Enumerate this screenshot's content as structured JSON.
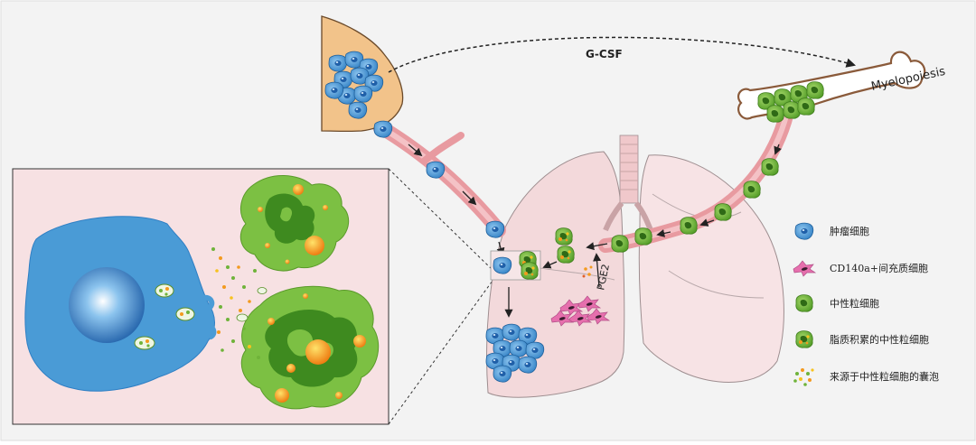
{
  "diagram": {
    "gcsf_label": "G-CSF",
    "bone_label": "Myelopoiesis",
    "pge2_label": "PGE2",
    "legend": [
      {
        "icon": "tumor-cell-icon",
        "label": "肿瘤细胞"
      },
      {
        "icon": "cd140a-mesenchymal-cell-icon",
        "label": "CD140a+间充质细胞"
      },
      {
        "icon": "neutrophil-icon",
        "label": "中性粒细胞"
      },
      {
        "icon": "lipid-laden-neutrophil-icon",
        "label": "脂质积累的中性粒细胞"
      },
      {
        "icon": "neutrophil-vesicles-icon",
        "label": "来源于中性粒细胞的囊泡"
      }
    ],
    "colors": {
      "background": "#f3f3f3",
      "tumor": "#4a9bd6",
      "neutrophil": "#6fb33a",
      "mesenchymal": "#e06aa8",
      "lung": "#f3d9db",
      "vessel": "#e89aa0",
      "breast": "#f2c38a",
      "lipid": "#f39a1e"
    }
  }
}
